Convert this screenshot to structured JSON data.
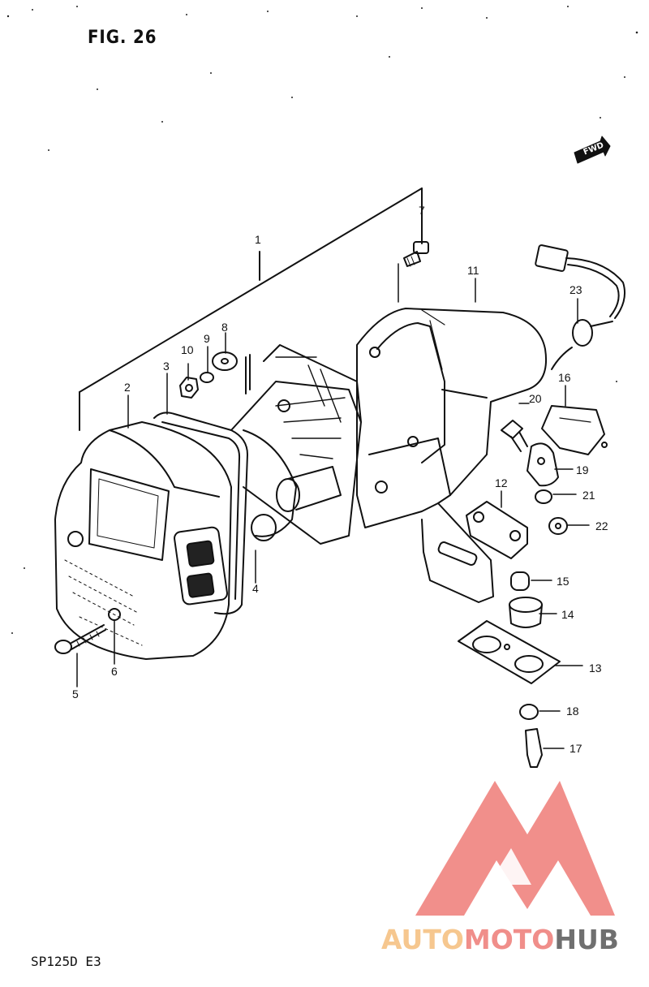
{
  "figure": {
    "title": "FIG. 26",
    "model": "SP125D E3",
    "fwd_label": "FWD"
  },
  "callouts": [
    {
      "id": "1",
      "text": "1"
    },
    {
      "id": "2",
      "text": "2"
    },
    {
      "id": "3",
      "text": "3"
    },
    {
      "id": "4",
      "text": "4"
    },
    {
      "id": "5",
      "text": "5"
    },
    {
      "id": "6",
      "text": "6"
    },
    {
      "id": "7",
      "text": "7"
    },
    {
      "id": "8",
      "text": "8"
    },
    {
      "id": "9",
      "text": "9"
    },
    {
      "id": "10",
      "text": "10"
    },
    {
      "id": "11",
      "text": "11"
    },
    {
      "id": "12",
      "text": "12"
    },
    {
      "id": "13",
      "text": "13"
    },
    {
      "id": "14",
      "text": "14"
    },
    {
      "id": "15",
      "text": "15"
    },
    {
      "id": "16",
      "text": "16"
    },
    {
      "id": "17",
      "text": "17"
    },
    {
      "id": "18",
      "text": "18"
    },
    {
      "id": "19",
      "text": "19"
    },
    {
      "id": "20",
      "text": "20"
    },
    {
      "id": "21",
      "text": "21"
    },
    {
      "id": "22",
      "text": "22"
    },
    {
      "id": "23",
      "text": "23"
    }
  ],
  "watermark": {
    "part1": "AUTO",
    "part2": "MOTO",
    "part3": "HUB",
    "colors": {
      "part1": "#f6c78f",
      "part2": "#f08e8a",
      "part3": "#6f6f6f",
      "logo": "#ee7b77"
    }
  }
}
